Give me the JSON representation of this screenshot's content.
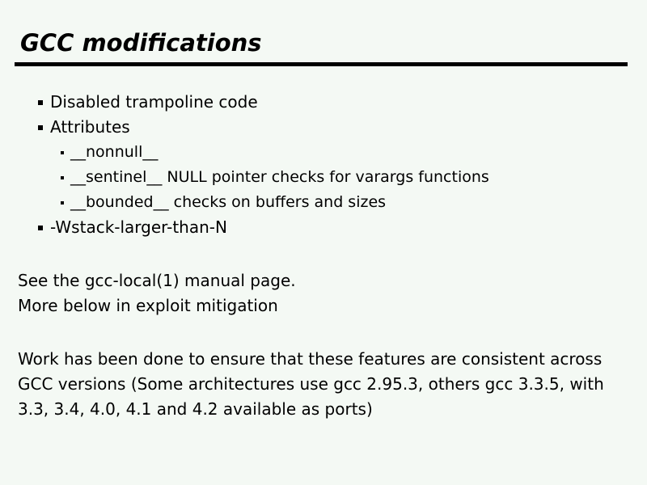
{
  "slide": {
    "title": "GCC modifications",
    "bullets": [
      {
        "level": 1,
        "text": "Disabled trampoline code"
      },
      {
        "level": 1,
        "text": "Attributes"
      },
      {
        "level": 2,
        "text": "__nonnull__"
      },
      {
        "level": 2,
        "text": "__sentinel__ NULL pointer checks for varargs functions"
      },
      {
        "level": 2,
        "text": "__bounded__ checks on buffers and sizes"
      },
      {
        "level": 1,
        "text": "-Wstack-larger-than-N"
      }
    ],
    "paragraphs": [
      {
        "lines": [
          "See the gcc-local(1) manual page.",
          "More below in exploit mitigation"
        ]
      },
      {
        "lines": [
          "Work has been done to ensure that these features are consistent across",
          "GCC versions (Some architectures use gcc 2.95.3, others gcc 3.3.5, with",
          "3.3, 3.4, 4.0, 4.1 and 4.2 available as ports)"
        ]
      }
    ],
    "colors": {
      "background": "#f4f9f4",
      "text": "#000000",
      "rule": "#000000"
    }
  }
}
